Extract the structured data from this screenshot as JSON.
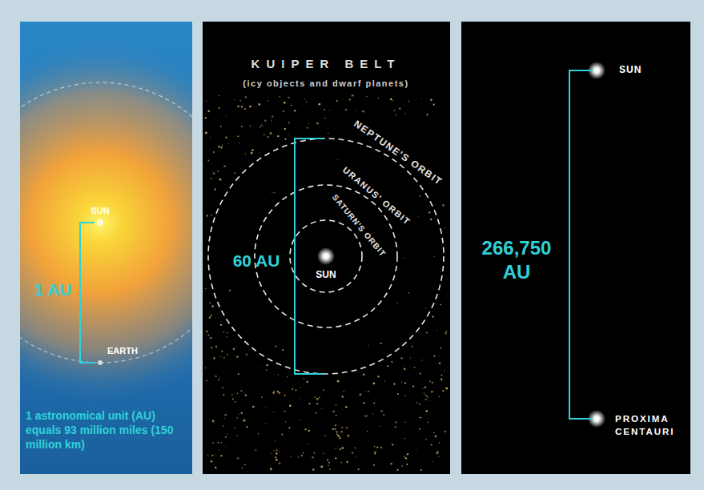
{
  "diagram": {
    "labels": [
      "SUN",
      "1 AU",
      "EARTH",
      "1 astronomical unit (AU) equals 93 million miles (150 million km)",
      "KUIPER BELT",
      "(icy objects and dwarf planets)",
      "NEPTUNE'S ORBIT",
      "URANUS' ORBIT",
      "SATURN'S ORBIT",
      "60 AU",
      "SUN",
      "266,750 AU",
      "SUN",
      "PROXIMA CENTAURI"
    ]
  }
}
